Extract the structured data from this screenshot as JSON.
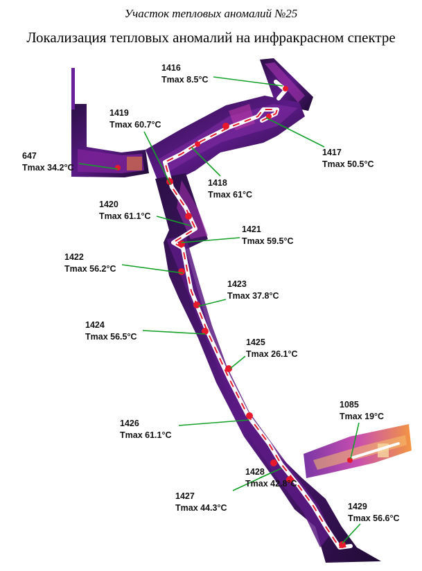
{
  "header": {
    "subtitle": "Участок тепловых аномалий №25",
    "title": "Локализация тепловых аномалий на инфракрасном спектре"
  },
  "colors": {
    "thermal_dark": "#1a0d2e",
    "thermal_purple": "#6a1f9a",
    "thermal_magenta": "#c23ba8",
    "thermal_orange": "#f28a2e",
    "anomaly_red": "#e8192c",
    "pipe_outline": "#ffffff",
    "leader_line": "#14a028"
  },
  "anomalies": [
    {
      "id": "1416",
      "tmax": "Tmax 8.5°C"
    },
    {
      "id": "1417",
      "tmax": "Tmax 50.5°C"
    },
    {
      "id": "1419",
      "tmax": "Tmax 60.7°C"
    },
    {
      "id": "647",
      "tmax": "Tmax 34.2°C"
    },
    {
      "id": "1418",
      "tmax": "Tmax 61°C"
    },
    {
      "id": "1420",
      "tmax": "Tmax 61.1°C"
    },
    {
      "id": "1421",
      "tmax": "Tmax 59.5°C"
    },
    {
      "id": "1422",
      "tmax": "Tmax 56.2°C"
    },
    {
      "id": "1423",
      "tmax": "Tmax 37.8°C"
    },
    {
      "id": "1424",
      "tmax": "Tmax 56.5°C"
    },
    {
      "id": "1425",
      "tmax": "Tmax 26.1°C"
    },
    {
      "id": "1085",
      "tmax": "Tmax 19°C"
    },
    {
      "id": "1426",
      "tmax": "Tmax 61.1°C"
    },
    {
      "id": "1428",
      "tmax": "Tmax 42.8°C"
    },
    {
      "id": "1427",
      "tmax": "Tmax 44.3°C"
    },
    {
      "id": "1429",
      "tmax": "Tmax 56.6°C"
    }
  ]
}
